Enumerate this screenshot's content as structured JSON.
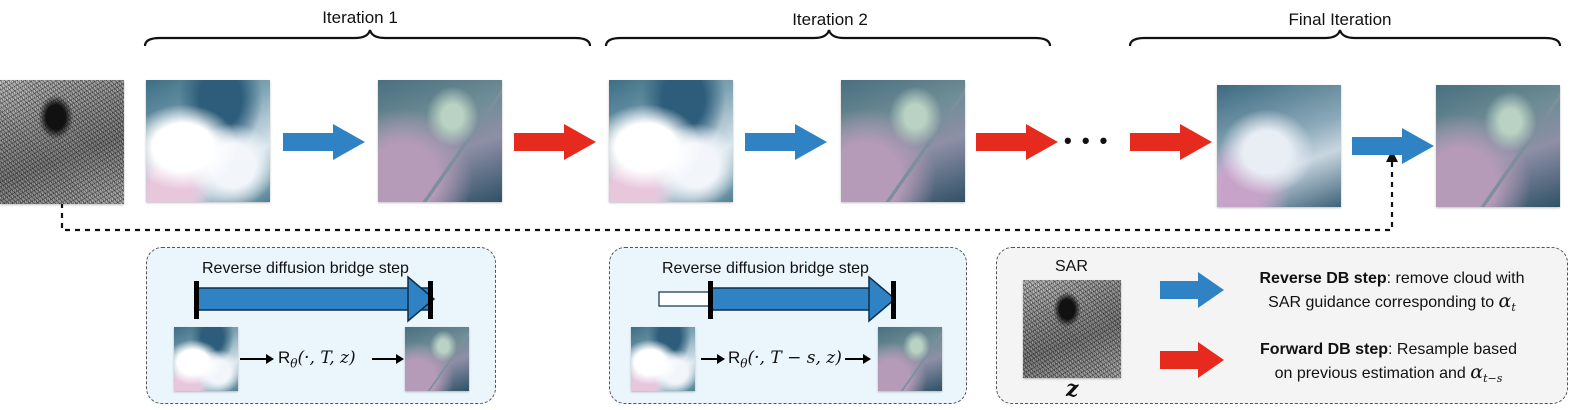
{
  "iterations": {
    "iter1": "Iteration 1",
    "iter2": "Iteration 2",
    "final": "Final Iteration"
  },
  "ellipsis": "• • •",
  "colors": {
    "reverse_arrow": "#2f83c4",
    "forward_arrow": "#e62b1e",
    "panel_blue": "#eaf5fc",
    "panel_grey": "#f4f4f4"
  },
  "panel1": {
    "title": "Reverse diffusion bridge step",
    "formula_func": "R",
    "formula_sub": "θ",
    "formula_args": "(·, T, z)"
  },
  "panel2": {
    "title": "Reverse diffusion bridge step",
    "formula_func": "R",
    "formula_sub": "θ",
    "formula_args": "(·, T − s, z)"
  },
  "legend": {
    "sar_label": "SAR",
    "z_label": "z",
    "reverse_bold": "Reverse DB step",
    "reverse_rest": ": remove cloud with",
    "reverse_line2": "SAR guidance corresponding to",
    "reverse_alpha": "α",
    "reverse_sub": "t",
    "forward_bold": "Forward DB step",
    "forward_rest": ": Resample based",
    "forward_line2": "on previous estimation and",
    "forward_alpha": "α",
    "forward_sub": "t−s"
  }
}
